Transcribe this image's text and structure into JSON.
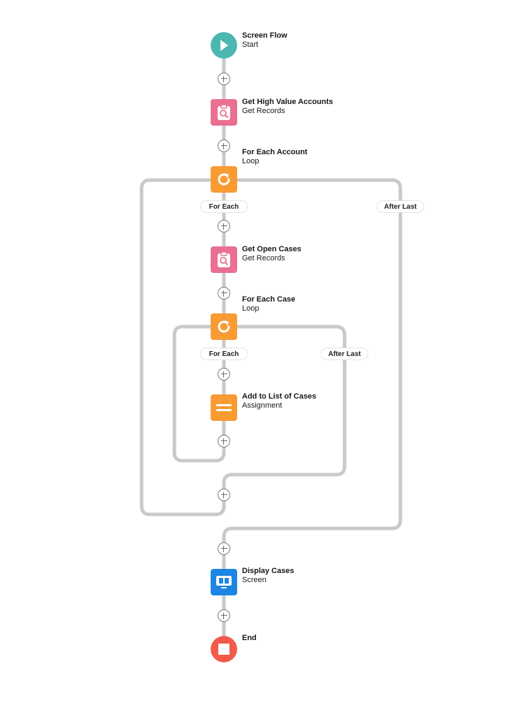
{
  "nodes": {
    "start": {
      "title": "Screen Flow",
      "type": "Start"
    },
    "get_accounts": {
      "title": "Get High Value Accounts",
      "type": "Get Records"
    },
    "loop_accounts": {
      "title": "For Each Account",
      "type": "Loop"
    },
    "get_cases": {
      "title": "Get Open Cases",
      "type": "Get Records"
    },
    "loop_cases": {
      "title": "For Each Case",
      "type": "Loop"
    },
    "assignment": {
      "title": "Add to List of Cases",
      "type": "Assignment"
    },
    "display": {
      "title": "Display Cases",
      "type": "Screen"
    },
    "end": {
      "title": "End"
    }
  },
  "branches": {
    "outer_for_each": "For Each",
    "outer_after_last": "After Last",
    "inner_for_each": "For Each",
    "inner_after_last": "After Last"
  },
  "colors": {
    "start": "#4bb7b0",
    "get_records": "#ea6f91",
    "loop": "#f99b33",
    "assignment": "#f99b33",
    "screen": "#1d86e3",
    "end": "#f25b4c",
    "connector": "#c9c9c9"
  },
  "icons": {
    "start": "play-icon",
    "get_records": "clipboard-search-icon",
    "loop": "loop-icon",
    "assignment": "equals-icon",
    "screen": "monitor-icon",
    "end": "stop-icon",
    "add": "plus-circle-icon"
  }
}
